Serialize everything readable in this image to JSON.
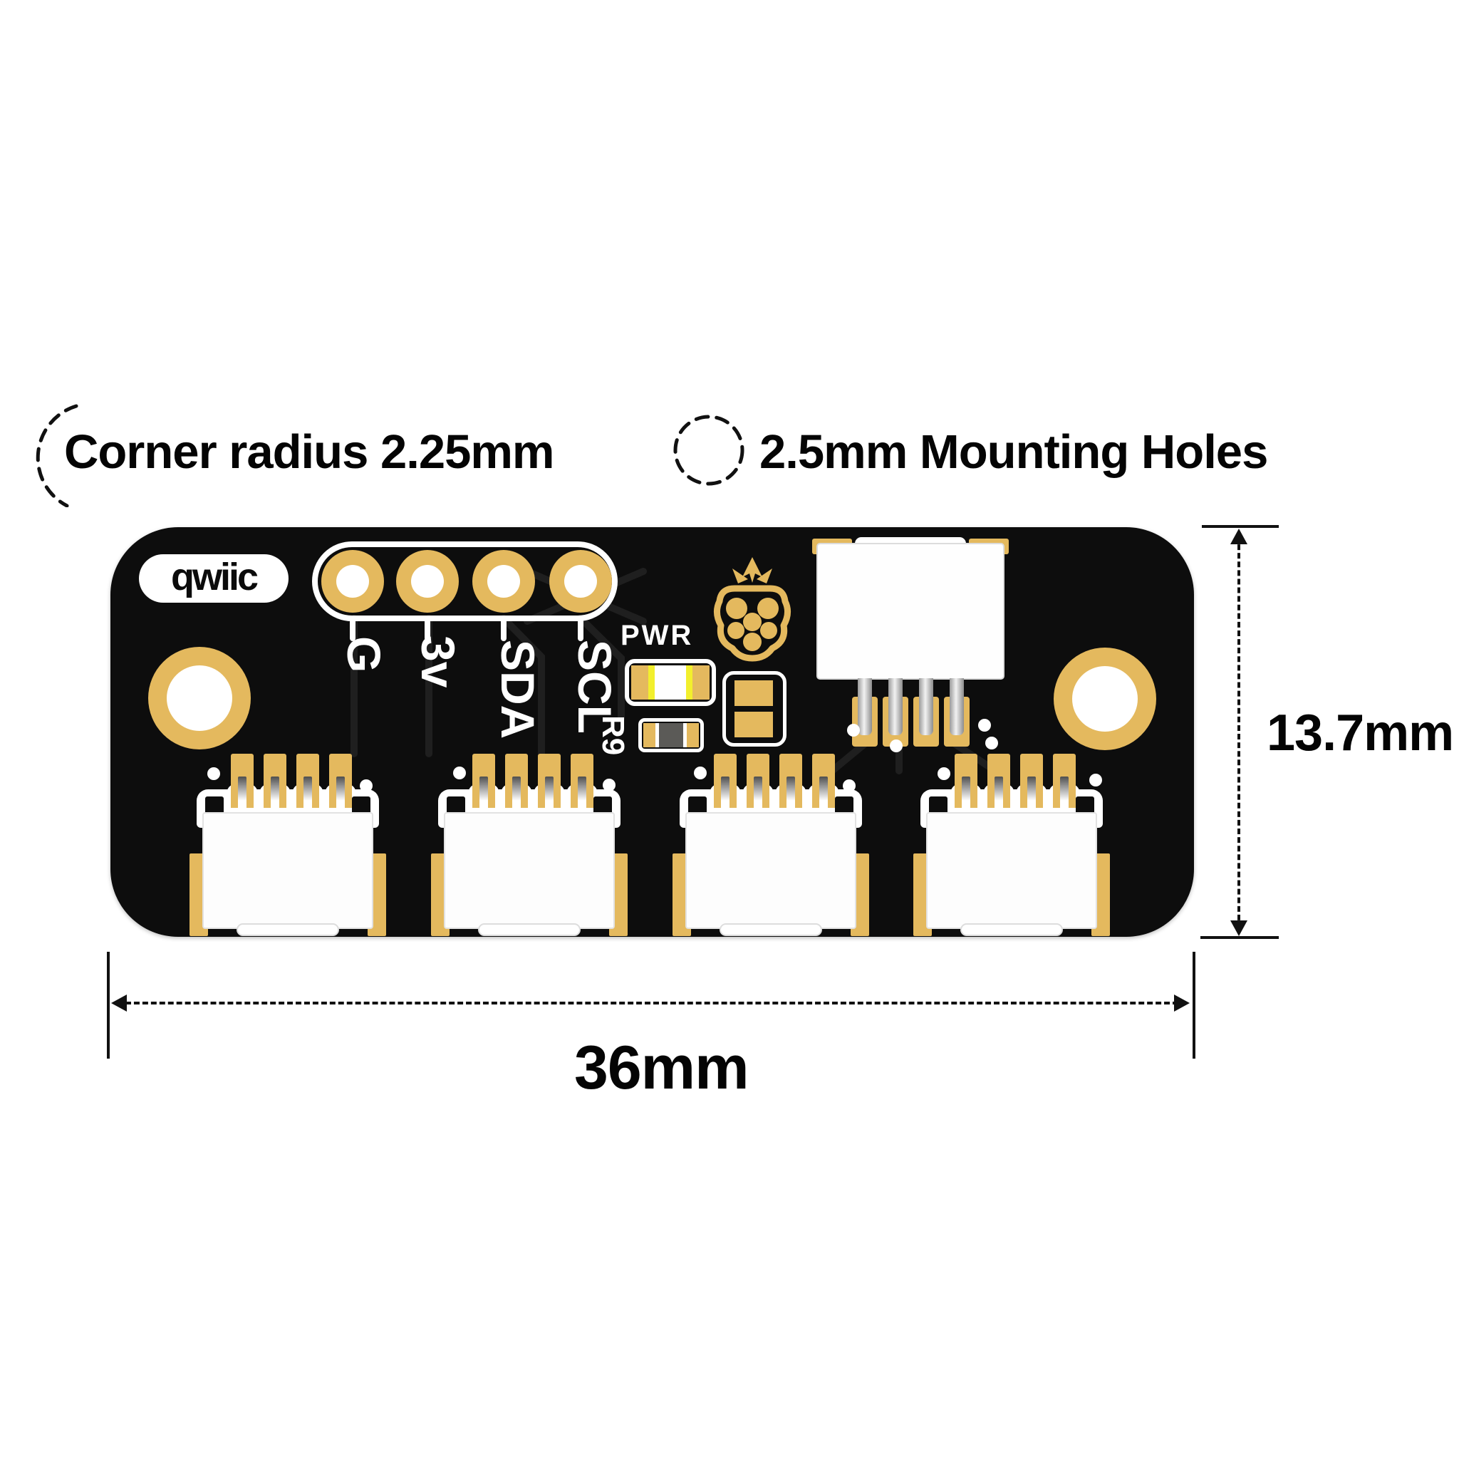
{
  "legend": {
    "corner_radius_label": "Corner radius 2.25mm",
    "mounting_holes_label": "2.5mm Mounting Holes"
  },
  "dimensions": {
    "height_label": "13.7mm",
    "width_label": "36mm"
  },
  "board": {
    "logo_text": "qwiic",
    "pwr_label": "PWR",
    "resistor_label": "R9",
    "pin_labels": [
      "G",
      "3v",
      "SDA",
      "SCL"
    ]
  },
  "colors": {
    "gold": "#e4b95e",
    "pcb_black": "#0d0d0d",
    "silkscreen": "#ffffff",
    "led_yellow": "#f2ef2d",
    "resistor_chip": "#5b5a57"
  }
}
